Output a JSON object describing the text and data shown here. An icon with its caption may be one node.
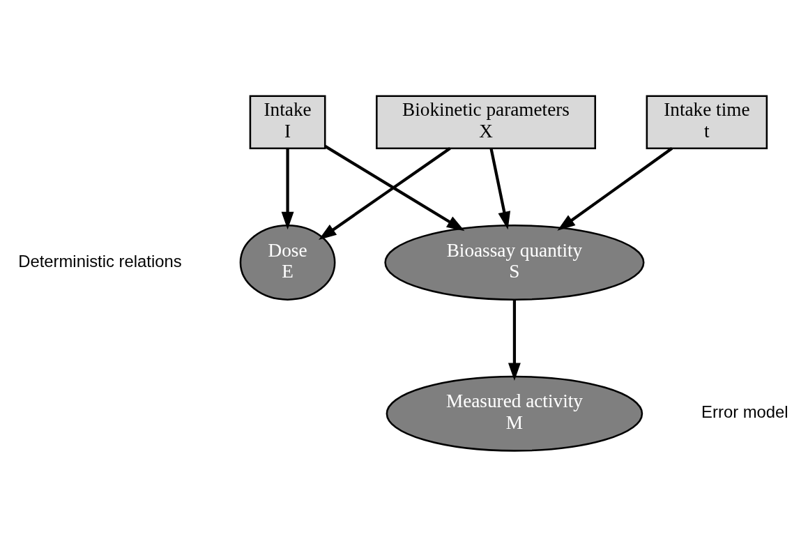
{
  "diagram": {
    "nodes": [
      {
        "text": [
          "Biokinetic parameters",
          "X"
        ]
      },
      {
        "text": [
          "Intake",
          "I"
        ]
      },
      {
        "text": [
          "Intake time",
          "t"
        ]
      },
      {
        "text": [
          "Dose",
          "E"
        ]
      },
      {
        "text": [
          "Bioassay quantity",
          "S"
        ]
      },
      {
        "text": [
          "Measured activity",
          "M"
        ]
      }
    ],
    "edges": [
      {
        "from": 0,
        "to": 3,
        "arrow": "to"
      },
      {
        "from": 0,
        "to": 4,
        "arrow": "to"
      },
      {
        "from": 1,
        "to": 3,
        "arrow": "to"
      },
      {
        "from": 1,
        "to": 4,
        "arrow": "to"
      },
      {
        "from": 2,
        "to": 4,
        "arrow": "to"
      },
      {
        "from": 4,
        "to": 5,
        "arrow": "to"
      }
    ],
    "labels": [
      "Deterministic relations",
      "Error model"
    ]
  }
}
